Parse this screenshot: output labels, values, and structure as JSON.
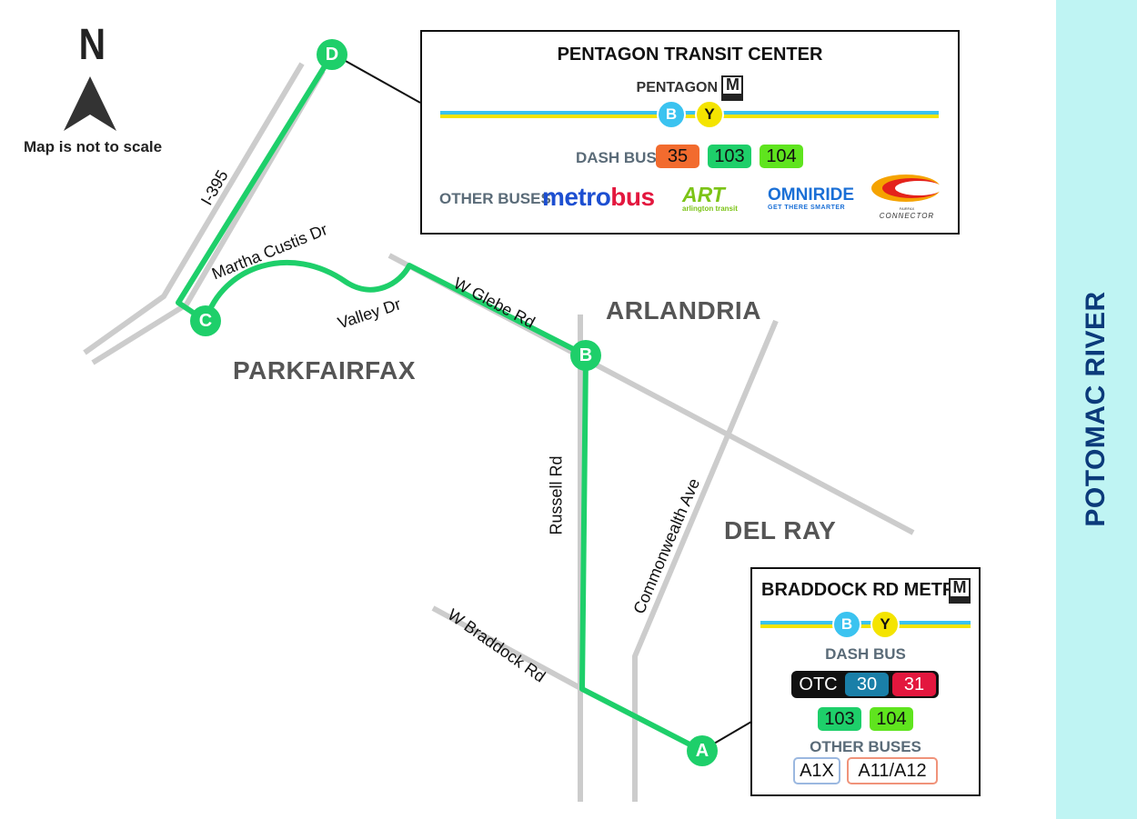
{
  "compass": {
    "north_label": "N",
    "scale_note": "Map is not to scale"
  },
  "river": {
    "label": "POTOMAC RIVER"
  },
  "neighborhoods": {
    "parkfairfax": "PARKFAIRFAX",
    "arlandria": "ARLANDRIA",
    "del_ray": "DEL RAY"
  },
  "roads": {
    "i395": "I-395",
    "martha_custis": "Martha Custis Dr",
    "valley": "Valley Dr",
    "w_glebe": "W Glebe Rd",
    "russell": "Russell Rd",
    "commonwealth": "Commonwealth Ave",
    "w_braddock": "W Braddock Rd"
  },
  "stops": {
    "a": "A",
    "b": "B",
    "c": "C",
    "d": "D"
  },
  "pentagon_box": {
    "title": "PENTAGON TRANSIT CENTER",
    "station": "PENTAGON",
    "metro_logo": "M",
    "metro_sub": "metro",
    "lines": [
      "B",
      "Y"
    ],
    "dash_label": "DASH BUS",
    "dash_routes": [
      "35",
      "103",
      "104"
    ],
    "other_label": "OTHER BUSES",
    "logos": {
      "metrobus_a": "metro",
      "metrobus_b": "bus",
      "art": "ART",
      "art_sub": "arlington transit",
      "omniride": "OMNIRIDE",
      "omniride_sub": "GET THERE SMARTER",
      "fairfax_top": "FAIRFAX",
      "fairfax": "CONNECTOR"
    }
  },
  "braddock_box": {
    "title": "BRADDOCK RD METRO",
    "metro_logo": "M",
    "metro_sub": "metro",
    "lines": [
      "B",
      "Y"
    ],
    "dash_label": "DASH BUS",
    "otc_routes": [
      "OTC",
      "30",
      "31"
    ],
    "dash_routes": [
      "103",
      "104"
    ],
    "other_label": "OTHER BUSES",
    "other_routes": [
      "A1X",
      "A11/A12"
    ]
  },
  "colors": {
    "route": "#1ecf6a",
    "road": "#cccccc",
    "river": "#bff4f3",
    "line_b": "#3bc3f0",
    "line_y": "#f4e400",
    "dash_35": "#f26b2e",
    "dash_103": "#1ecf6a",
    "dash_104": "#5fe41e",
    "dash_30": "#1a7fa8",
    "dash_31": "#e3173e"
  }
}
